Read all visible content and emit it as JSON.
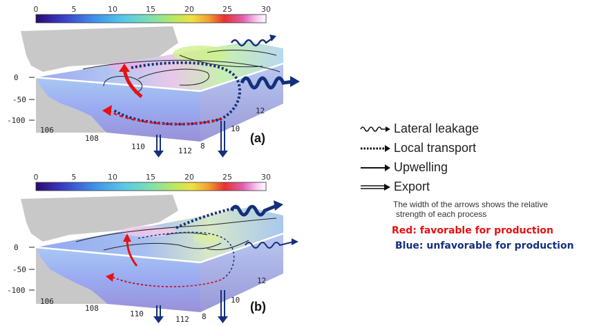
{
  "colorbar": {
    "ticks": [
      "0",
      "5",
      "10",
      "15",
      "20",
      "25",
      "30"
    ],
    "colors": [
      "#2a0a6e",
      "#3a3fc8",
      "#3f8fe8",
      "#58c8e8",
      "#7fe0b0",
      "#b8e860",
      "#f0e040",
      "#f0a030",
      "#e83030",
      "#e060b0",
      "#f8c8f0",
      "#ffffff"
    ]
  },
  "panel_a": {
    "label": "(a)",
    "depth_ticks": [
      "0",
      "-50",
      "-100"
    ],
    "lon_ticks": [
      "106",
      "108",
      "110",
      "112"
    ],
    "lat_ticks": [
      "12",
      "10",
      "8"
    ]
  },
  "panel_b": {
    "label": "(b)",
    "depth_ticks": [
      "0",
      "-50",
      "-100"
    ],
    "lon_ticks": [
      "106",
      "108",
      "110",
      "112"
    ],
    "lat_ticks": [
      "12",
      "10",
      "8"
    ]
  },
  "legend": {
    "lateral_leakage": "Lateral leakage",
    "local_transport": "Local transport",
    "upwelling": "Upwelling",
    "export": "Export",
    "note_line1": "The width of the arrows shows the relative",
    "note_line2": "strength of each process",
    "favorable": "Red: favorable for production",
    "unfavorable": "Blue: unfavorable for production"
  },
  "colors": {
    "favorable": "#e81010",
    "unfavorable": "#14307a",
    "land": "#c8c8c8"
  }
}
